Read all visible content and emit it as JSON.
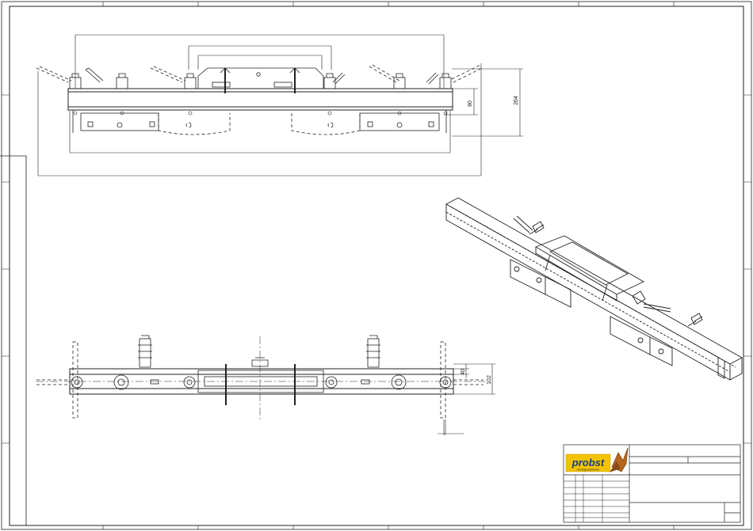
{
  "dimensions": {
    "height_80": "80",
    "height_264": "264",
    "depth_40": "40",
    "depth_102": "102"
  },
  "title_block": {
    "logo_text": "probst",
    "logo_subtitle": "Verlegesysteme",
    "brand_color": "#f2c400",
    "brand_text_color": "#1a3a8a"
  }
}
